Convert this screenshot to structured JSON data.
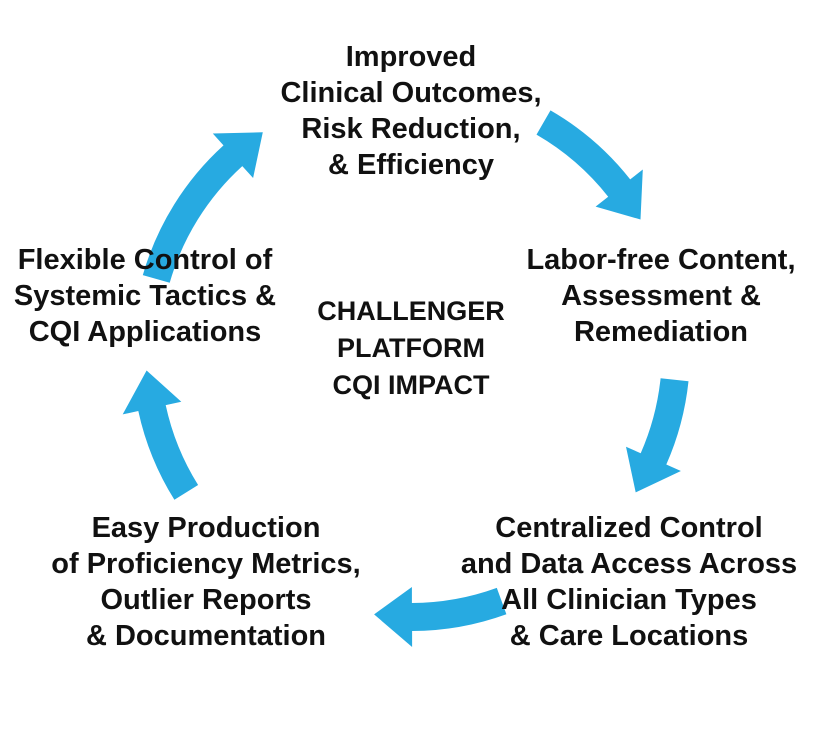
{
  "diagram": {
    "type": "cycle",
    "center": [
      "CHALLENGER",
      "PLATFORM",
      "CQI IMPACT"
    ],
    "nodes": [
      {
        "id": "top",
        "lines": [
          "Improved",
          "Clinical Outcomes,",
          "Risk Reduction,",
          "& Efficiency"
        ]
      },
      {
        "id": "right",
        "lines": [
          "Labor-free Content,",
          "Assessment &",
          "Remediation"
        ]
      },
      {
        "id": "bottom-right",
        "lines": [
          "Centralized Control",
          "and Data Access Across",
          "All Clinician Types",
          "& Care Locations"
        ]
      },
      {
        "id": "bottom-left",
        "lines": [
          "Easy Production",
          "of Proficiency Metrics,",
          "Outlier Reports",
          "& Documentation"
        ]
      },
      {
        "id": "left",
        "lines": [
          "Flexible Control of",
          "Systemic Tactics &",
          "CQI Applications"
        ]
      }
    ],
    "arrow_color": "#27AAE1",
    "text_color": "#111111",
    "direction": "clockwise"
  }
}
